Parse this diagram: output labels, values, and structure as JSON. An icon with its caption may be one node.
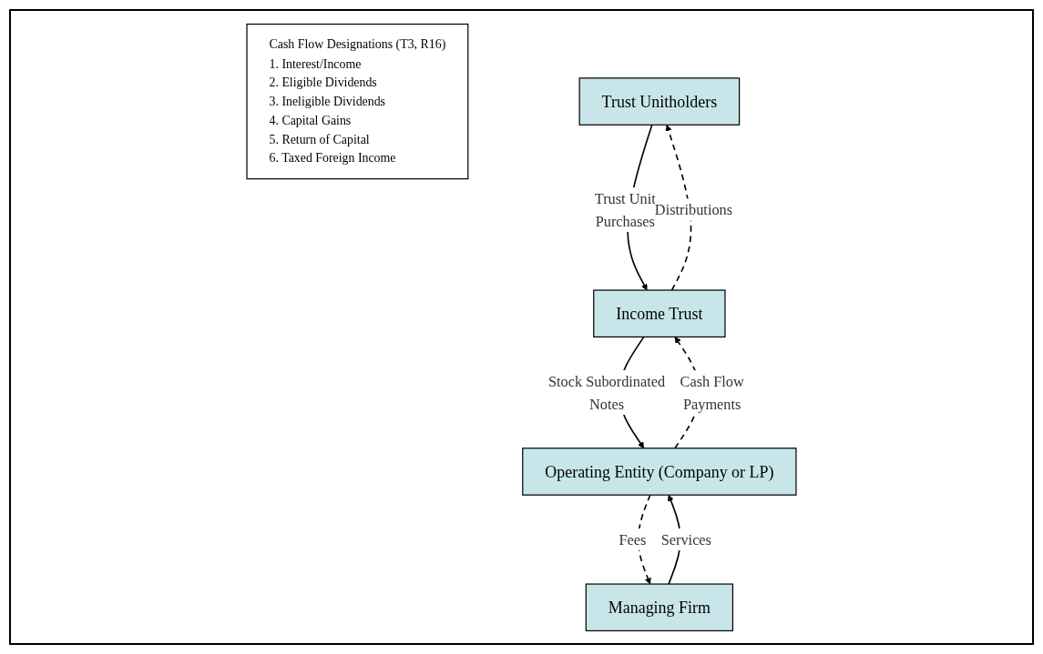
{
  "diagram": {
    "nodes": [
      {
        "text": [
          "Cash Flow Designations (T3, R16)",
          "1. Interest/Income",
          "2. Eligible Dividends",
          "3. Ineligible Dividends",
          "4. Capital Gains",
          "5. Return of Capital",
          "6. Taxed Foreign Income"
        ]
      },
      {
        "text": [
          "Trust Unitholders"
        ]
      },
      {
        "text": [
          "Income Trust"
        ]
      },
      {
        "text": [
          "Managing Firm"
        ]
      },
      {
        "text": [
          "Operating Entity (Company or LP)"
        ]
      }
    ],
    "edges": [
      {
        "from": 2,
        "to": 1,
        "arrow": "to",
        "label": "Distributions",
        "style": "dashed"
      },
      {
        "from": 1,
        "to": 2,
        "arrow": "to",
        "label": "Trust Unit Purchases"
      },
      {
        "from": 4,
        "to": 2,
        "arrow": "to",
        "label": "Cash Flow Payments",
        "style": "dashed"
      },
      {
        "from": 2,
        "to": 4,
        "arrow": "to",
        "label": "Stock Subordinated Notes"
      },
      {
        "from": 3,
        "to": 4,
        "arrow": "to",
        "label": "Services"
      },
      {
        "from": 4,
        "to": 3,
        "arrow": "to",
        "label": "Fees",
        "style": "dashed"
      }
    ]
  }
}
